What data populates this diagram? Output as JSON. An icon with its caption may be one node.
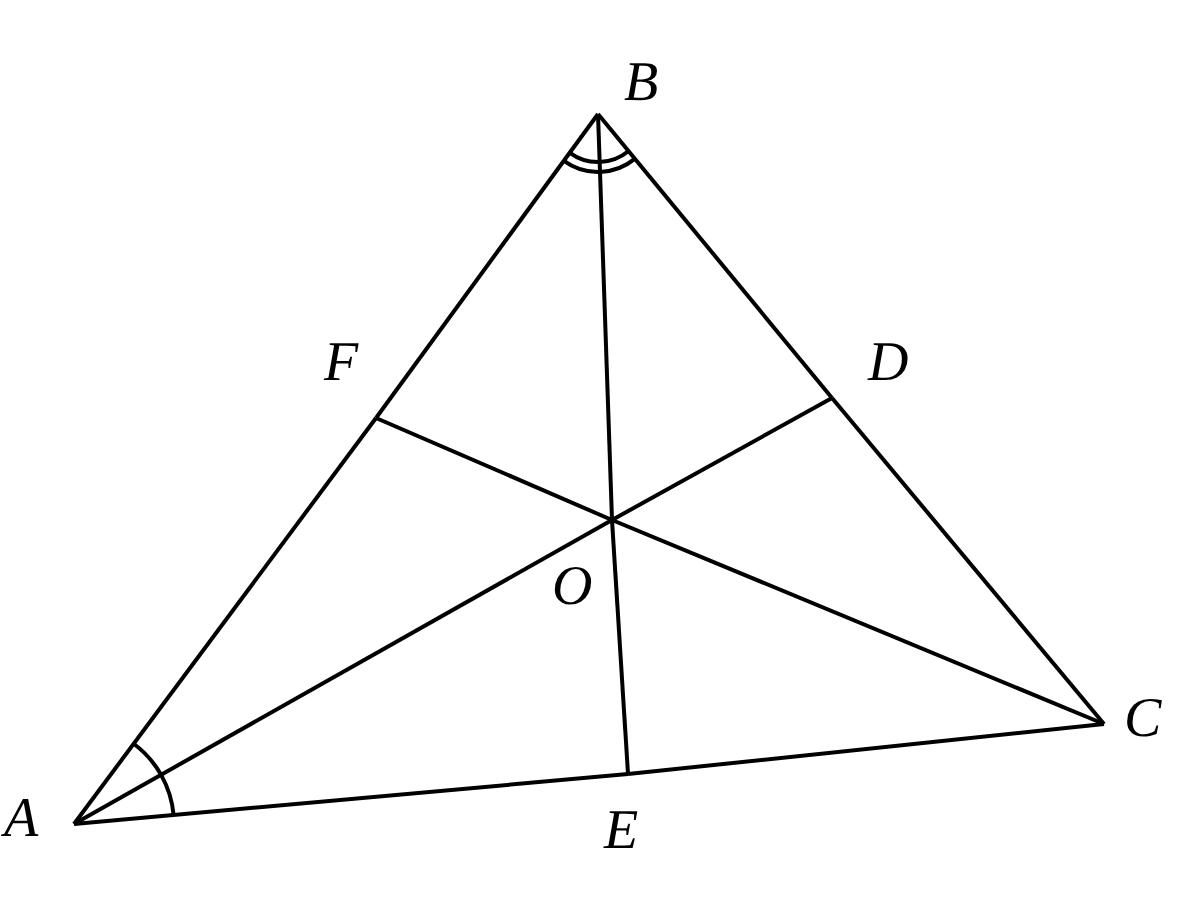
{
  "diagram": {
    "nodes": [
      {
        "text": [
          "B"
        ]
      },
      {
        "text": [
          "F"
        ]
      },
      {
        "text": [
          "D"
        ]
      },
      {
        "text": [
          "O"
        ]
      },
      {
        "text": [
          "C"
        ]
      },
      {
        "text": [
          "A"
        ]
      },
      {
        "text": [
          "E"
        ]
      }
    ],
    "edges": [
      {
        "from": 5,
        "to": 1,
        "arrow": "none"
      },
      {
        "from": 1,
        "to": 0,
        "arrow": "none"
      },
      {
        "from": 0,
        "to": 2,
        "arrow": "none"
      },
      {
        "from": 2,
        "to": 4,
        "arrow": "none"
      },
      {
        "from": 4,
        "to": 6,
        "arrow": "none"
      },
      {
        "from": 6,
        "to": 5,
        "arrow": "none"
      },
      {
        "from": 5,
        "to": 3,
        "arrow": "none"
      },
      {
        "from": 3,
        "to": 2,
        "arrow": "none"
      },
      {
        "from": 0,
        "to": 3,
        "arrow": "none"
      },
      {
        "from": 3,
        "to": 6,
        "arrow": "none"
      },
      {
        "from": 4,
        "to": 3,
        "arrow": "none"
      },
      {
        "from": 3,
        "to": 1,
        "arrow": "none"
      }
    ]
  }
}
